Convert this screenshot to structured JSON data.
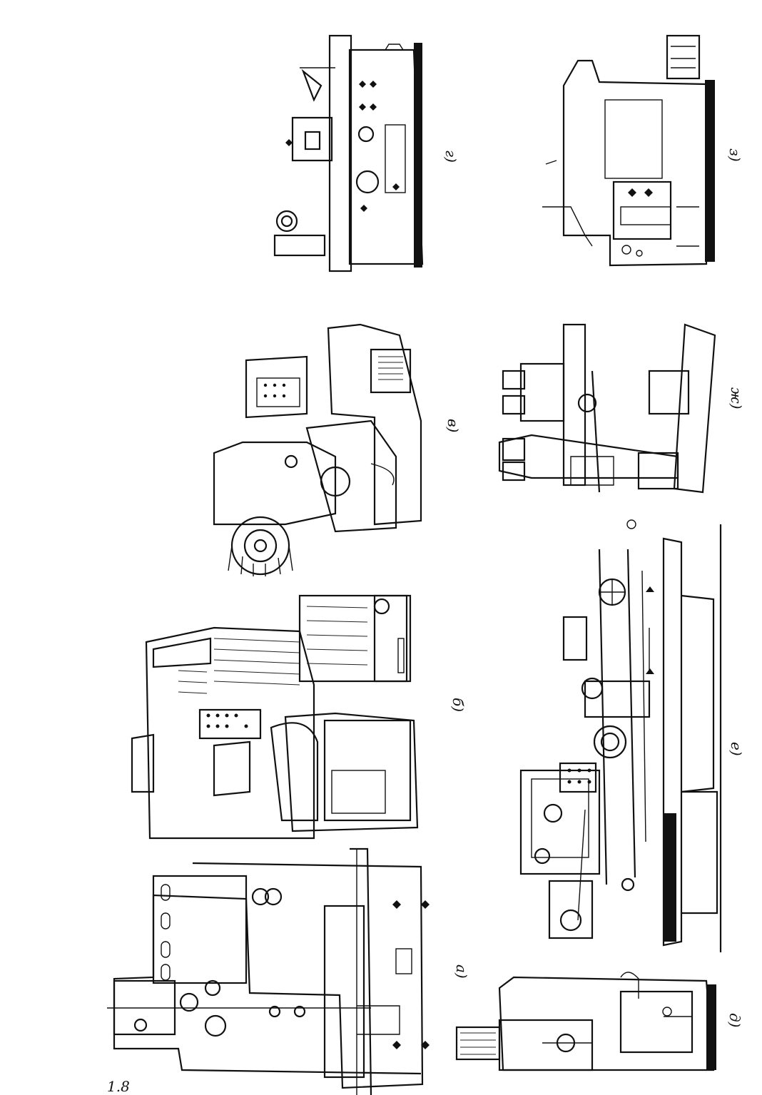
{
  "figure": {
    "labels": {
      "a": "а)",
      "b": "б)",
      "v": "в)",
      "g": "г)",
      "d": "д)",
      "e": "е)",
      "zh": "ж)",
      "z": "з)"
    },
    "corner_fragment": "1.8"
  },
  "colors": {
    "ink": "#111111",
    "paper": "#ffffff"
  }
}
